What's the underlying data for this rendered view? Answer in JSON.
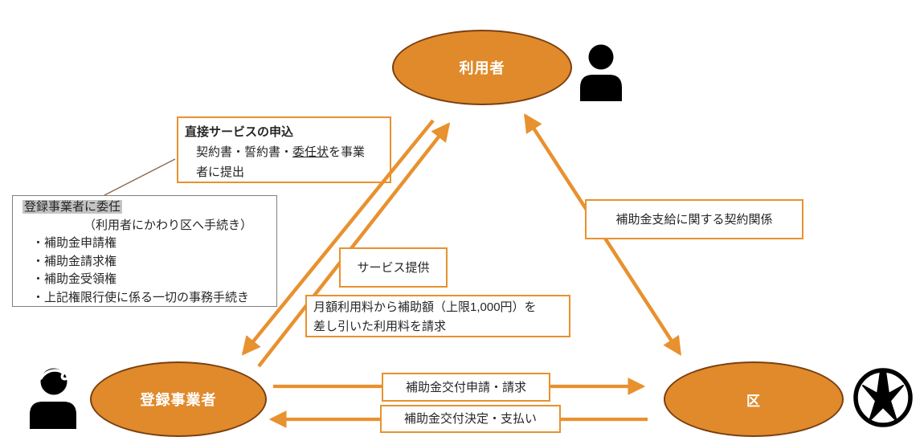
{
  "nodes": {
    "user": {
      "label": "利用者"
    },
    "provider": {
      "label": "登録事業者"
    },
    "ward": {
      "label": "区"
    }
  },
  "labels": {
    "application": {
      "title": "直接サービスの申込",
      "body_pre": "契約書・誓約書・",
      "body_underline": "委任状",
      "body_post": "を事業",
      "body_line2": "者に提出"
    },
    "delegation": {
      "title": "登録事業者に委任",
      "subtitle": "（利用者にかわり区へ手続き）",
      "items": [
        "・補助金申請権",
        "・補助金請求権",
        "・補助金受領権",
        "・上記権限行使に係る一切の事務手続き"
      ]
    },
    "service": {
      "label": "サービス提供"
    },
    "billing": {
      "line1": "月額利用料から補助額（上限1,000円）を",
      "line2": "差し引いた利用料を請求"
    },
    "contract": {
      "label": "補助金支給に関する契約関係"
    },
    "grant_request": {
      "label": "補助金交付申請・請求"
    },
    "grant_payment": {
      "label": "補助金交付決定・支払い"
    }
  },
  "icons": {
    "user": "person-icon",
    "provider": "person-with-hair-icon",
    "ward": "ward-emblem-icon"
  },
  "colors": {
    "ellipse_fill": "#E08A2B",
    "ellipse_border": "#7B3F10",
    "arrow": "#E8912F",
    "box_border_orange": "#E8912F",
    "box_border_gray": "#7F7F7F",
    "highlight_bg": "#C4C4C4",
    "connector_line": "#8C6950",
    "icon_black": "#000000",
    "text": "#262626"
  }
}
